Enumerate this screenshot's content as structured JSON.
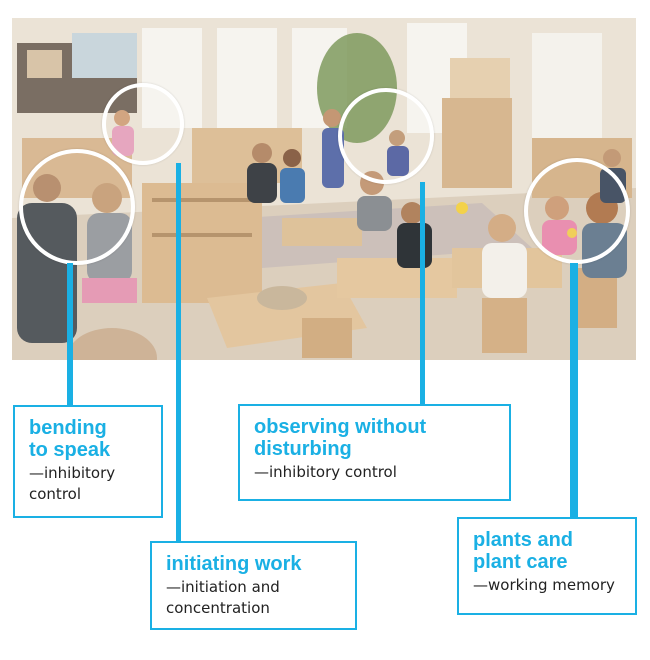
{
  "callouts": [
    {
      "title_l1": "bending",
      "title_l2": "to speak",
      "desc_l1": "—inhibitory",
      "desc_l2": "control"
    },
    {
      "title_l1": "initiating work",
      "title_l2": "",
      "desc_l1": "—initiation and",
      "desc_l2": "concentration"
    },
    {
      "title_l1": "observing without",
      "title_l2": "disturbing",
      "desc_l1": "—inhibitory control",
      "desc_l2": ""
    },
    {
      "title_l1": "plants and",
      "title_l2": "plant care",
      "desc_l1": "—working memory",
      "desc_l2": ""
    }
  ],
  "colors": {
    "accent": "#1ab0e4",
    "ring": "#ffffff"
  }
}
